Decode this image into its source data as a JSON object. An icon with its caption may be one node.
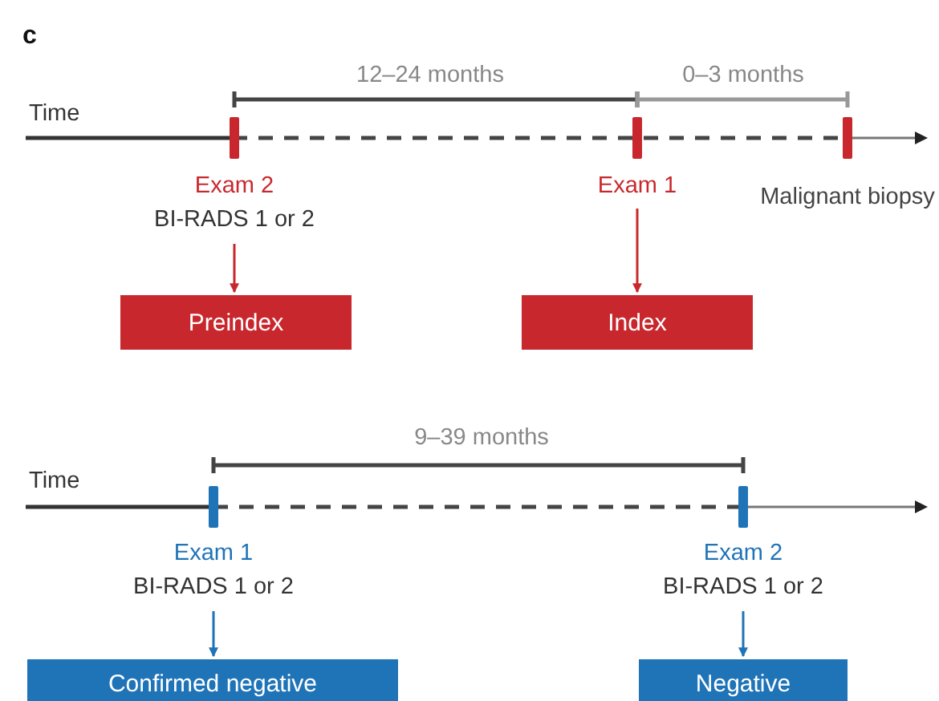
{
  "diagram": {
    "nodes": [
      {
        "text": [
          "Exam 2",
          "BI-RADS 1 or 2"
        ]
      },
      {
        "text": [
          "Preindex"
        ]
      },
      {
        "text": [
          "Exam 1"
        ]
      },
      {
        "text": [
          "Index"
        ]
      },
      {
        "text": [
          "Exam 1",
          "BI-RADS 1 or 2"
        ]
      },
      {
        "text": [
          "Confirmed negative"
        ]
      },
      {
        "text": [
          "Exam 2",
          "BI-RADS 1 or 2"
        ]
      },
      {
        "text": [
          "Negative"
        ]
      }
    ],
    "edges": [
      {
        "from": 0,
        "to": 1,
        "arrow": "to",
        "color": "#c8282d"
      },
      {
        "from": 2,
        "to": 3,
        "arrow": "to",
        "color": "#c8282d"
      },
      {
        "from": 4,
        "to": 5,
        "arrow": "to",
        "color": "#1f73b7"
      },
      {
        "from": 6,
        "to": 7,
        "arrow": "to",
        "color": "#1f73b7"
      }
    ],
    "labels": [
      "c",
      "Time",
      "12–24 months",
      "0–3 months",
      "Malignant biopsy",
      "Time",
      "9–39 months"
    ]
  }
}
